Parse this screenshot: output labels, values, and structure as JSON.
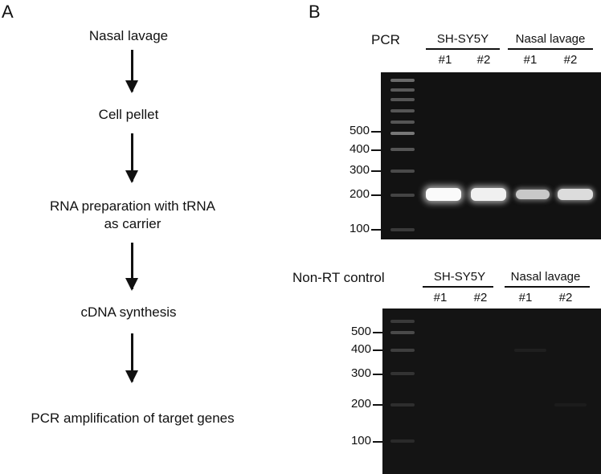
{
  "panel_a": {
    "letter": "A",
    "steps": [
      "Nasal lavage",
      "Cell pellet",
      "RNA preparation with tRNA\nas carrier",
      "cDNA synthesis",
      "PCR amplification of target genes"
    ]
  },
  "panel_b": {
    "letter": "B",
    "gels": [
      {
        "title": "PCR",
        "groups": [
          {
            "label": "SH-SY5Y",
            "lanes": [
              "#1",
              "#2"
            ]
          },
          {
            "label": "Nasal lavage",
            "lanes": [
              "#1",
              "#2"
            ]
          }
        ],
        "size_markers": [
          "500",
          "400",
          "300",
          "200",
          "100"
        ],
        "band_intensity": {
          "SH-SY5Y #1": "strong",
          "SH-SY5Y #2": "strong",
          "Nasal lavage #1": "moderate",
          "Nasal lavage #2": "moderate"
        },
        "band_size": "200"
      },
      {
        "title": "Non-RT control",
        "groups": [
          {
            "label": "SH-SY5Y",
            "lanes": [
              "#1",
              "#2"
            ]
          },
          {
            "label": "Nasal lavage",
            "lanes": [
              "#1",
              "#2"
            ]
          }
        ],
        "size_markers": [
          "500",
          "400",
          "300",
          "200",
          "100"
        ],
        "band_intensity": {
          "SH-SY5Y #1": "none",
          "SH-SY5Y #2": "none",
          "Nasal lavage #1": "none",
          "Nasal lavage #2": "none"
        }
      }
    ]
  }
}
